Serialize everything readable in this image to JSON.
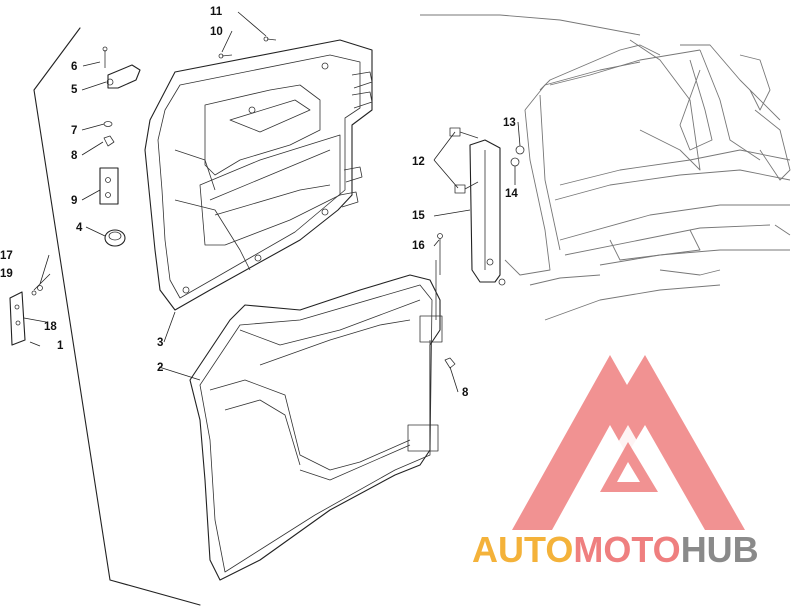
{
  "diagram": {
    "callouts": [
      {
        "id": "1",
        "text": "1"
      },
      {
        "id": "2",
        "text": "2"
      },
      {
        "id": "3",
        "text": "3"
      },
      {
        "id": "4",
        "text": "4"
      },
      {
        "id": "5",
        "text": "5"
      },
      {
        "id": "6",
        "text": "6"
      },
      {
        "id": "7",
        "text": "7"
      },
      {
        "id": "8a",
        "text": "8"
      },
      {
        "id": "8b",
        "text": "8"
      },
      {
        "id": "9",
        "text": "9"
      },
      {
        "id": "10",
        "text": "10"
      },
      {
        "id": "11",
        "text": "11"
      },
      {
        "id": "12",
        "text": "12"
      },
      {
        "id": "13",
        "text": "13"
      },
      {
        "id": "14",
        "text": "14"
      },
      {
        "id": "15",
        "text": "15"
      },
      {
        "id": "16",
        "text": "16"
      },
      {
        "id": "17",
        "text": "17"
      },
      {
        "id": "18",
        "text": "18"
      },
      {
        "id": "19",
        "text": "19"
      }
    ]
  },
  "watermark": {
    "part1": "AUTO",
    "part2": "MOTO",
    "part3": "HUB",
    "colors": {
      "auto": "#f4b23a",
      "moto": "#ef7f7f",
      "hub": "#8a8a8a",
      "logo": "#ef7f7f"
    }
  }
}
